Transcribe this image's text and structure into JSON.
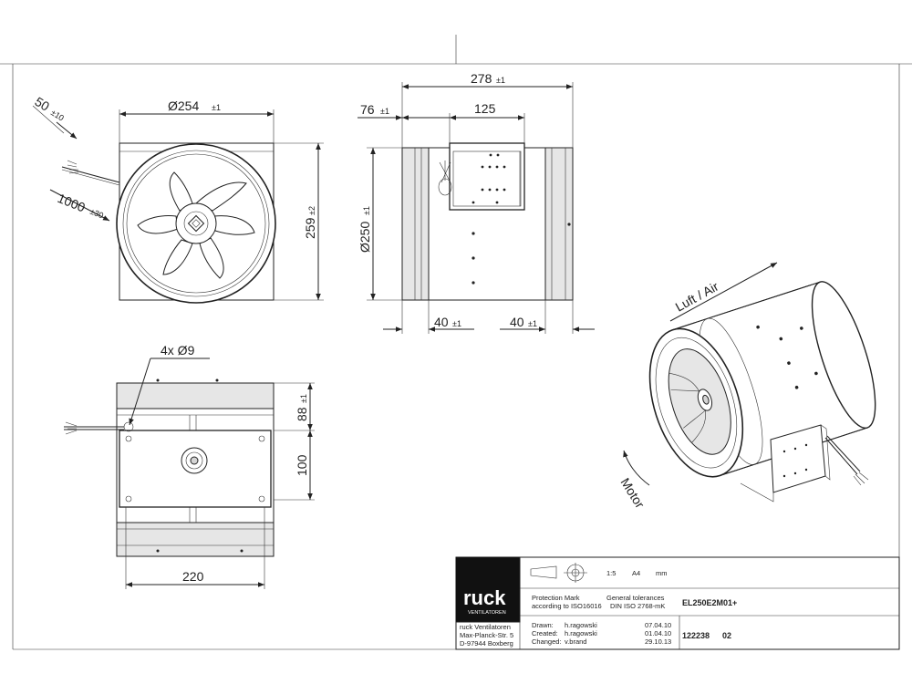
{
  "dimensions": {
    "front": {
      "diameter": "Ø254",
      "diameter_tol": "±1",
      "height": "259",
      "height_tol": "±2",
      "cable_50": "50",
      "cable_50_tol": "±10",
      "cable_1000": "1000",
      "cable_1000_tol": "±30"
    },
    "side": {
      "length": "278",
      "length_tol": "±1",
      "offset_76": "76",
      "offset_76_tol": "±1",
      "bracket_125": "125",
      "diameter": "Ø250",
      "diameter_tol": "±1",
      "rim_left": "40",
      "rim_left_tol": "±1",
      "rim_right": "40",
      "rim_right_tol": "±1"
    },
    "bottom": {
      "holes": "4x Ø9",
      "v_88": "88",
      "v_88_tol": "±1",
      "v_100": "100",
      "width_220": "220"
    }
  },
  "iso_labels": {
    "air": "Luft / Air",
    "motor": "Motor"
  },
  "title_block": {
    "logo": "ruck",
    "logo_sub": "VENTILATOREN",
    "scale": "1:5",
    "format": "A4",
    "unit": "mm",
    "protection_mark": "Protection Mark",
    "protection_norm": "according to ISO16016",
    "tol_title": "General tolerances",
    "tol_norm": "DIN ISO 2768-mK",
    "part_name": "EL250E2M01+",
    "company": "ruck Ventilatoren",
    "street": "Max-Planck-Str. 5",
    "city": "D-97944 Boxberg",
    "drawn_label": "Drawn:",
    "drawn_by": "h.ragowski",
    "drawn_date": "07.04.10",
    "created_label": "Created:",
    "created_by": "h.ragowski",
    "created_date": "01.04.10",
    "changed_label": "Changed:",
    "changed_by": "v.brand",
    "changed_date": "29.10.13",
    "drawing_no": "122238",
    "revision": "02"
  }
}
